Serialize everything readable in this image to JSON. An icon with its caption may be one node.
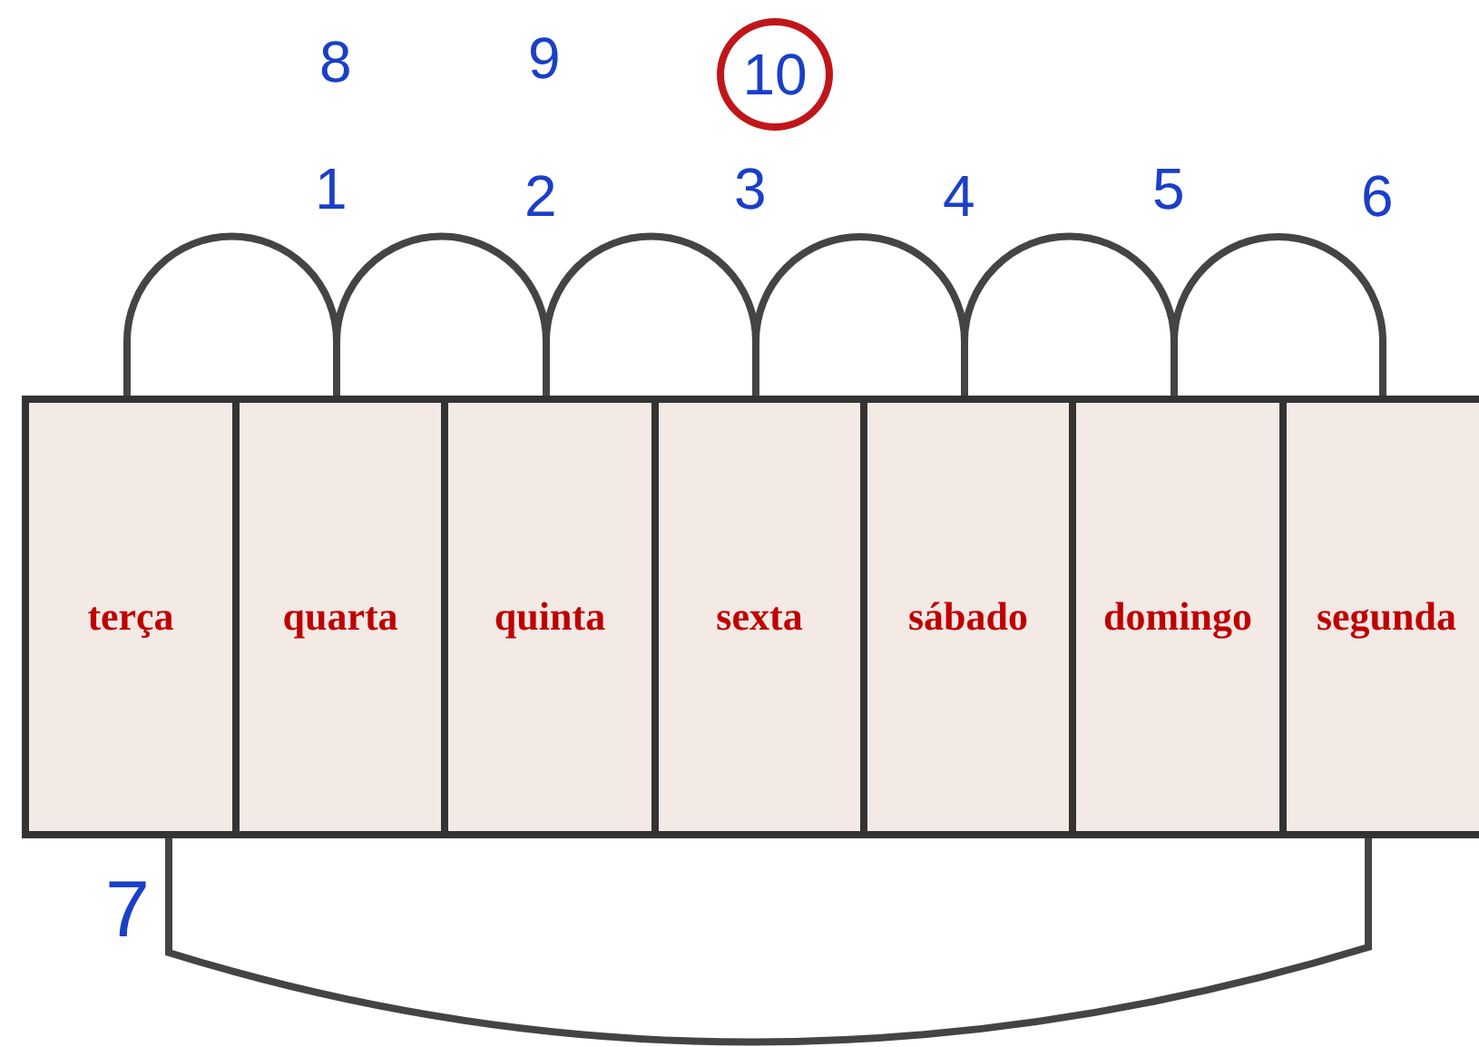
{
  "diagram": {
    "nodes": [
      {
        "text": [
          "10"
        ]
      },
      {
        "text": [
          "terça"
        ]
      },
      {
        "text": [
          "quarta"
        ]
      },
      {
        "text": [
          "quinta"
        ]
      },
      {
        "text": [
          "sexta"
        ]
      },
      {
        "text": [
          "sábado"
        ]
      },
      {
        "text": [
          "domingo"
        ]
      },
      {
        "text": [
          "segunda"
        ]
      }
    ],
    "edges": [
      {
        "from": 1,
        "to": 2,
        "arrow": "none",
        "label": "1"
      },
      {
        "from": 2,
        "to": 3,
        "arrow": "none",
        "label": "2"
      },
      {
        "from": 3,
        "to": 4,
        "arrow": "none",
        "label": "3"
      },
      {
        "from": 4,
        "to": 5,
        "arrow": "none",
        "label": "4"
      },
      {
        "from": 5,
        "to": 6,
        "arrow": "none",
        "label": "5"
      },
      {
        "from": 6,
        "to": 7,
        "arrow": "none",
        "label": "6"
      },
      {
        "from": 1,
        "to": 7,
        "arrow": "none",
        "label": "7"
      }
    ],
    "labels": [
      "8",
      "9"
    ]
  }
}
